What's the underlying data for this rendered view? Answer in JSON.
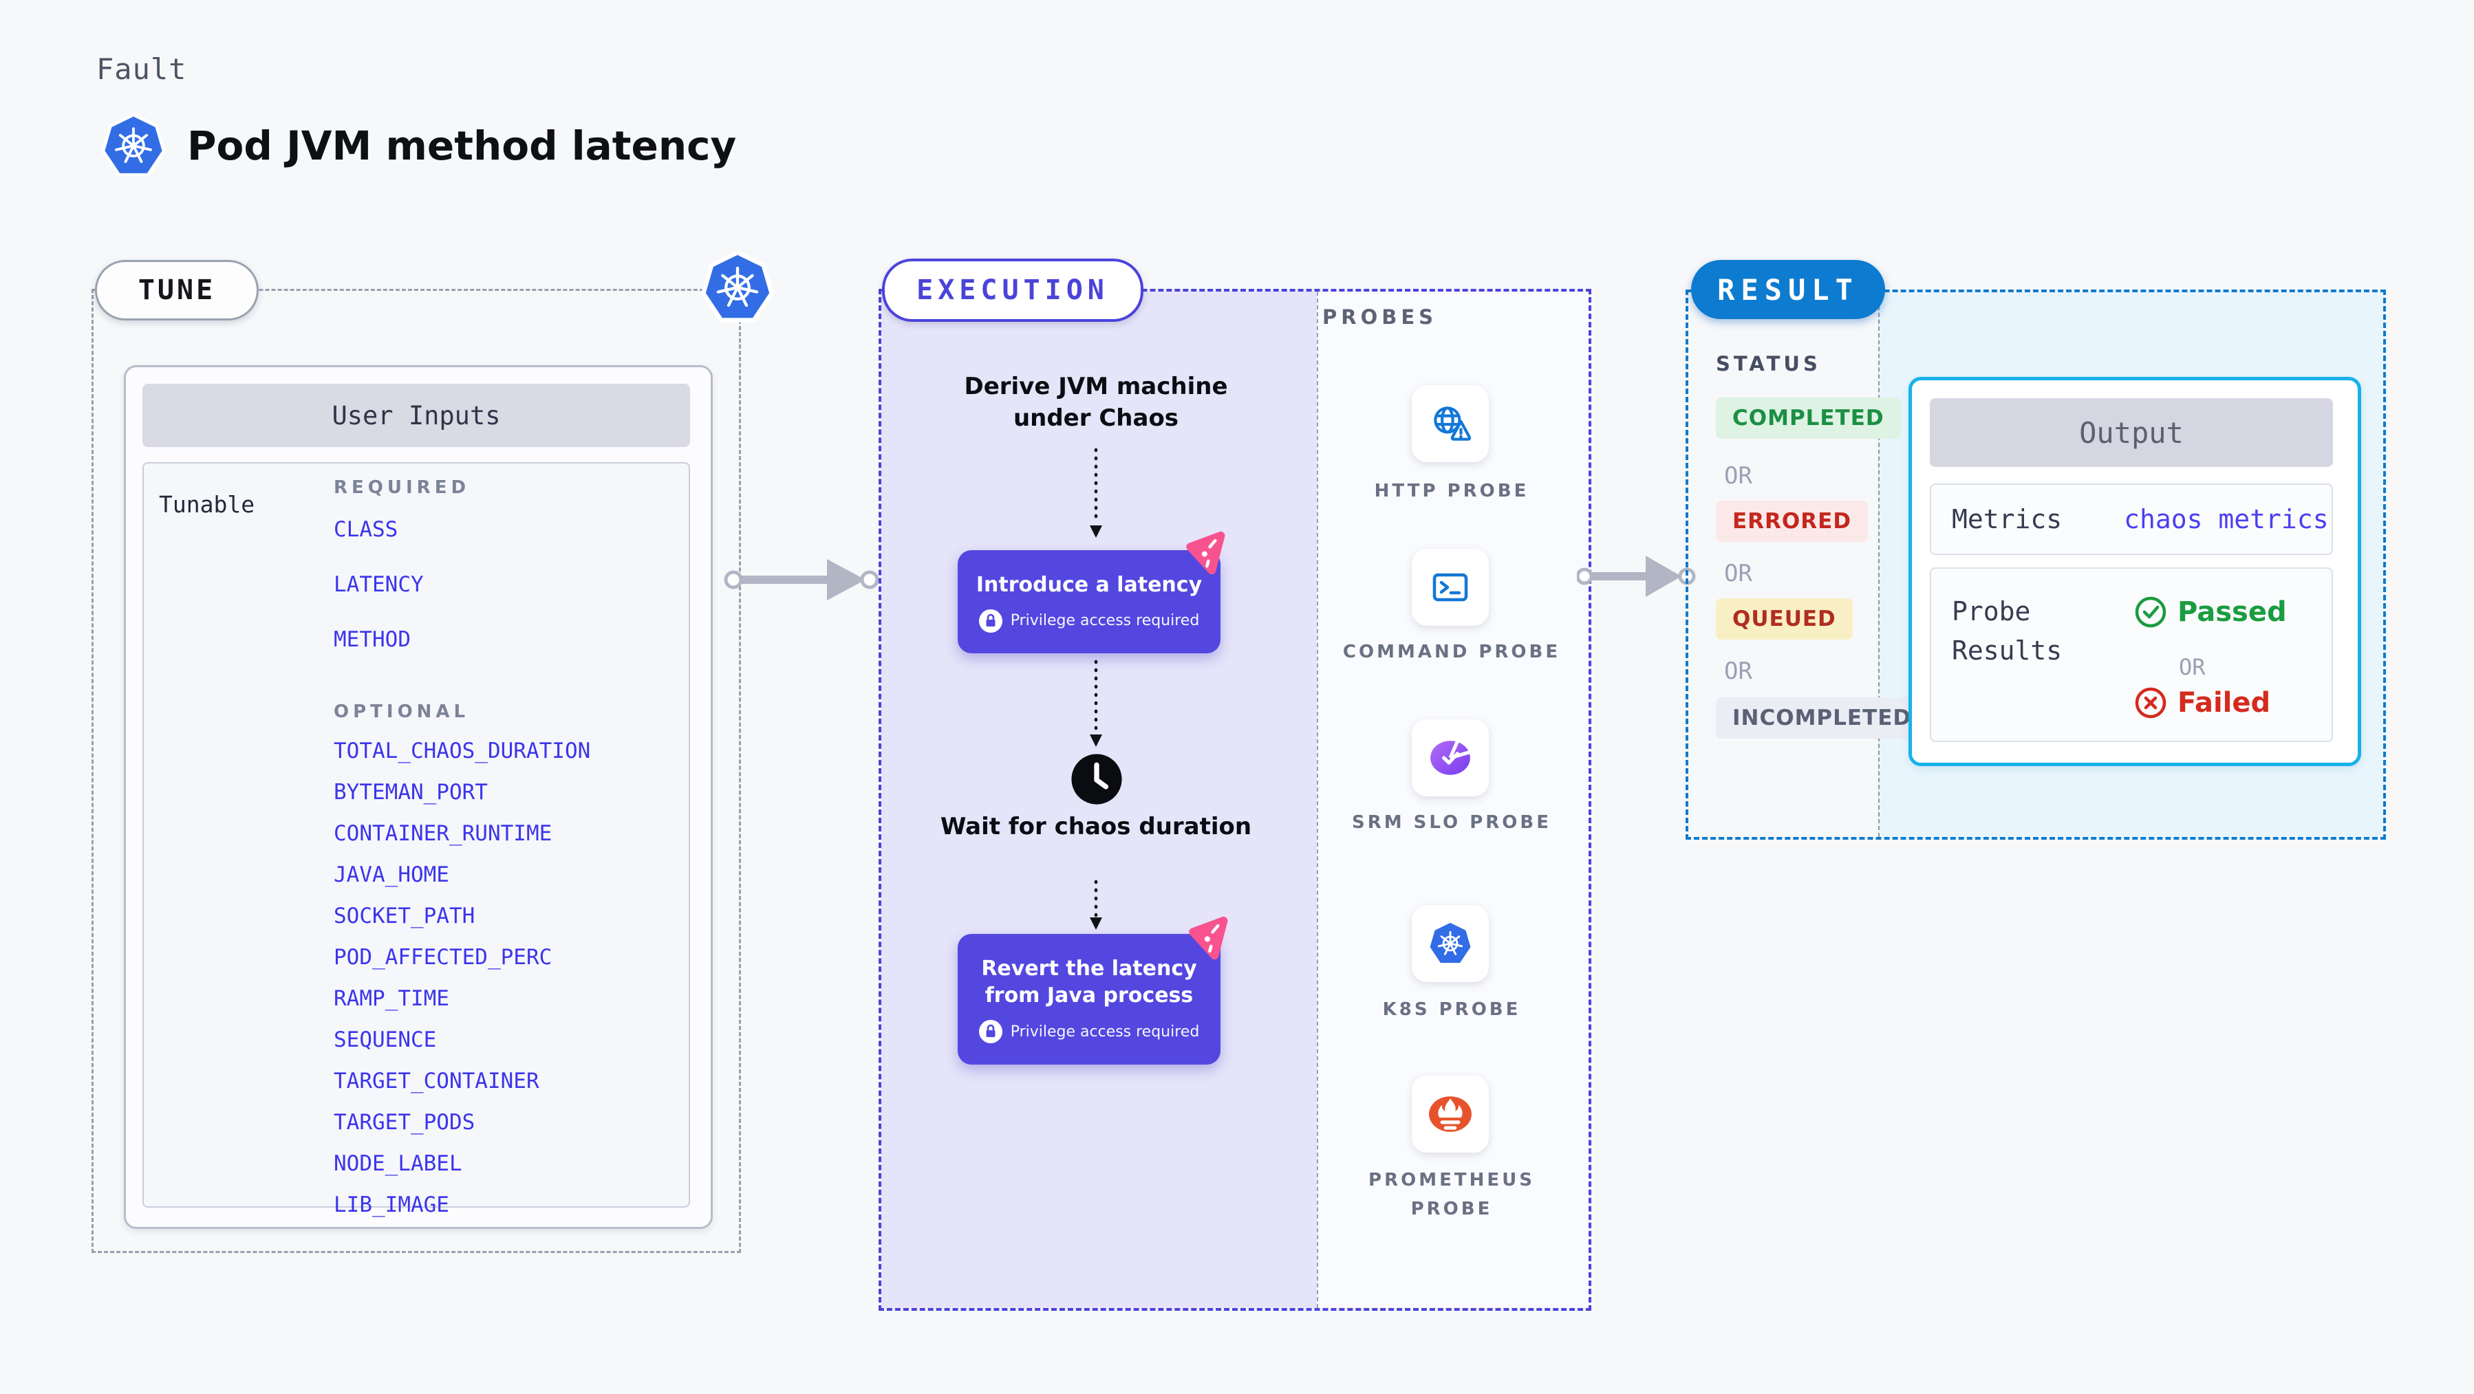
{
  "header": {
    "eyebrow": "Fault",
    "title": "Pod JVM method latency",
    "logo": "kubernetes-icon"
  },
  "tune": {
    "badge": "TUNE",
    "corner_icon": "kubernetes-icon",
    "card_title": "User Inputs",
    "row_label": "Tunable",
    "required_label": "REQUIRED",
    "optional_label": "OPTIONAL",
    "required_params": [
      "CLASS",
      "LATENCY",
      "METHOD"
    ],
    "optional_params": [
      "TOTAL_CHAOS_DURATION",
      "BYTEMAN_PORT",
      "CONTAINER_RUNTIME",
      "JAVA_HOME",
      "SOCKET_PATH",
      "POD_AFFECTED_PERC",
      "RAMP_TIME",
      "SEQUENCE",
      "TARGET_CONTAINER",
      "TARGET_PODS",
      "NODE_LABEL",
      "LIB_IMAGE"
    ]
  },
  "execution": {
    "badge": "EXECUTION",
    "step1_title": "Derive JVM machine under Chaos",
    "step2_title": "Introduce a latency",
    "step2_note": "Privilege access required",
    "step3_title": "Wait for chaos duration",
    "step4_title": "Revert the latency from Java process",
    "step4_note": "Privilege access required"
  },
  "probes": {
    "label": "PROBES",
    "items": [
      {
        "name": "HTTP PROBE",
        "icon": "globe-alert-icon"
      },
      {
        "name": "COMMAND PROBE",
        "icon": "terminal-icon"
      },
      {
        "name": "SRM SLO PROBE",
        "icon": "slo-check-icon"
      },
      {
        "name": "K8S PROBE",
        "icon": "kubernetes-icon"
      },
      {
        "name": "PROMETHEUS PROBE",
        "icon": "prometheus-icon"
      }
    ]
  },
  "result": {
    "badge": "RESULT",
    "status_label": "STATUS",
    "or_label": "OR",
    "statuses": [
      {
        "label": "COMPLETED",
        "fg": "#1b8f43",
        "bg": "#def3e3"
      },
      {
        "label": "ERRORED",
        "fg": "#c3271d",
        "bg": "#fbe9e9"
      },
      {
        "label": "QUEUED",
        "fg": "#b02d1f",
        "bg": "#f9efc5"
      },
      {
        "label": "INCOMPLETED",
        "fg": "#5a6175",
        "bg": "#ebedf4"
      }
    ],
    "output": {
      "title": "Output",
      "metrics_label": "Metrics",
      "metrics_value": "chaos metrics",
      "probe_results_label": "Probe Results",
      "passed_label": "Passed",
      "or_label": "OR",
      "failed_label": "Failed"
    }
  },
  "colors": {
    "page_bg": "#f7f8fa",
    "accent_indigo": "#4b43dc",
    "action_purple": "#5347e0",
    "lavender_bg": "#e5e4f9",
    "pink": "#f8538f",
    "result_blue": "#0d7bcf",
    "cyan_border": "#16b2e9",
    "cyan_bg": "#e8f5fc",
    "param_indigo": "#3c35eb",
    "k8s_blue": "#326de6",
    "probe_icon_blue": "#1377d6",
    "prometheus_orange": "#e6522c",
    "passed_green": "#1a9c40",
    "failed_red": "#d52a1e",
    "connector_gray": "#b2b5c3"
  }
}
